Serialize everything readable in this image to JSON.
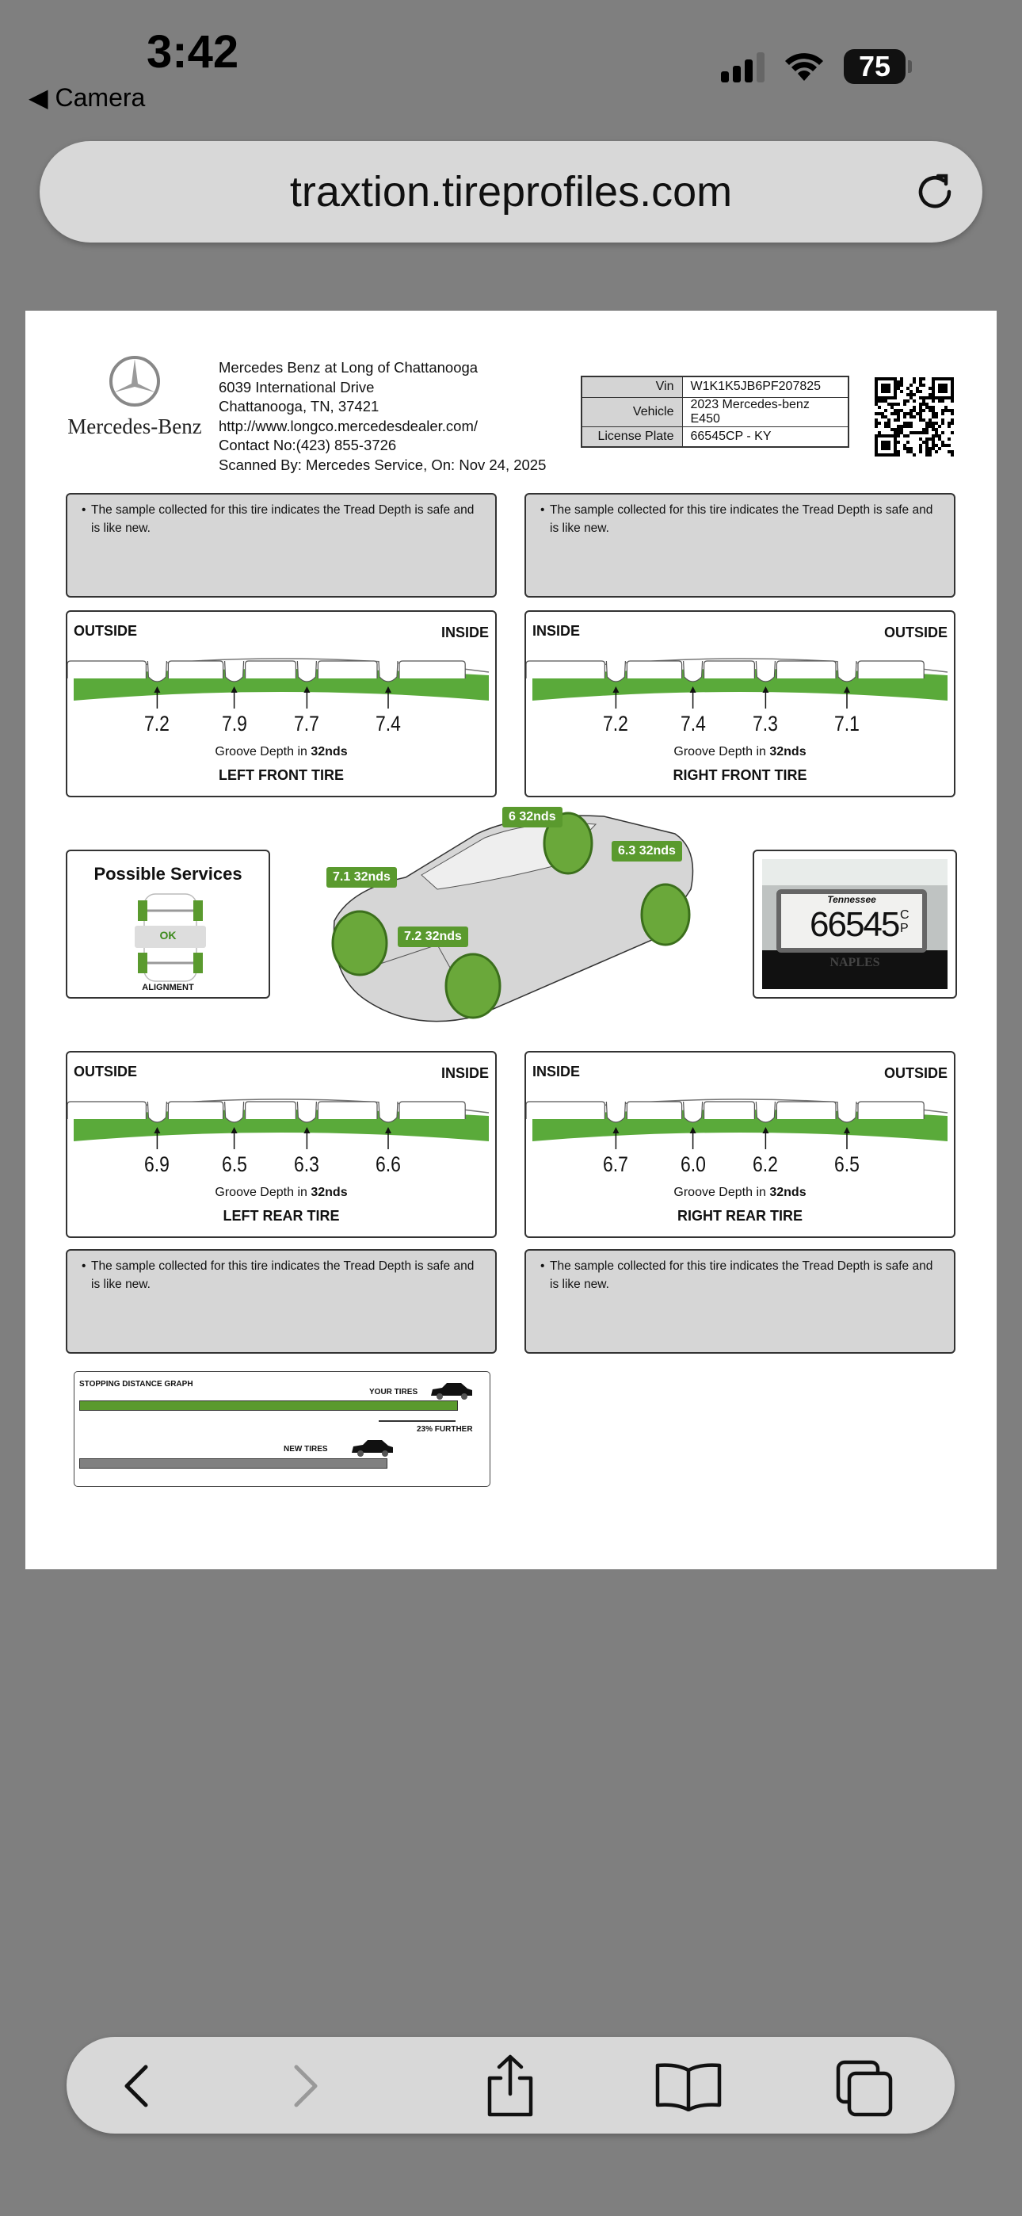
{
  "status_bar": {
    "time": "3:42",
    "back_label": "◀ Camera",
    "battery": "75"
  },
  "browser": {
    "url": "traxtion.tireprofiles.com"
  },
  "dealer": {
    "brand": "Mercedes-Benz",
    "lines": [
      "Mercedes Benz at Long of Chattanooga",
      "6039 International Drive",
      "Chattanooga, TN, 37421",
      "http://www.longco.mercedesdealer.com/",
      "Contact No:(423) 855-3726",
      "Scanned By: Mercedes Service, On: Nov 24, 2025"
    ]
  },
  "vehicle_info": [
    {
      "label": "Vin",
      "value": "W1K1K5JB6PF207825"
    },
    {
      "label": "Vehicle",
      "value": "2023 Mercedes-benz E450"
    },
    {
      "label": "License Plate",
      "value": "66545CP - KY"
    }
  ],
  "notes": {
    "front_left": "The sample collected for this tire indicates the Tread Depth is safe and is like new.",
    "front_right": "The sample collected for this tire indicates the Tread Depth is safe and is like new.",
    "rear_left": "The sample collected for this tire indicates the Tread Depth is safe and is like new.",
    "rear_right": "The sample collected for this tire indicates the Tread Depth is safe and is like new."
  },
  "tires": {
    "left_front": {
      "left_label": "OUTSIDE",
      "right_label": "INSIDE",
      "depths": [
        "7.2",
        "7.9",
        "7.7",
        "7.4"
      ],
      "groove_label": "Groove Depth in",
      "unit": "32nds",
      "title": "LEFT FRONT TIRE"
    },
    "right_front": {
      "left_label": "INSIDE",
      "right_label": "OUTSIDE",
      "depths": [
        "7.2",
        "7.4",
        "7.3",
        "7.1"
      ],
      "groove_label": "Groove Depth in",
      "unit": "32nds",
      "title": "RIGHT FRONT TIRE"
    },
    "left_rear": {
      "left_label": "OUTSIDE",
      "right_label": "INSIDE",
      "depths": [
        "6.9",
        "6.5",
        "6.3",
        "6.6"
      ],
      "groove_label": "Groove Depth in",
      "unit": "32nds",
      "title": "LEFT REAR TIRE"
    },
    "right_rear": {
      "left_label": "INSIDE",
      "right_label": "OUTSIDE",
      "depths": [
        "6.7",
        "6.0",
        "6.2",
        "6.5"
      ],
      "groove_label": "Groove Depth in",
      "unit": "32nds",
      "title": "RIGHT REAR TIRE"
    }
  },
  "services": {
    "title": "Possible Services",
    "status": "OK",
    "service": "ALIGNMENT"
  },
  "car_tags": {
    "lf": "7.1 32nds",
    "lr": "7.2 32nds",
    "rf": "6 32nds",
    "rr": "6.3 32nds"
  },
  "plate_photo": {
    "state": "Tennessee",
    "number": "66545",
    "suffix": "CP",
    "frame": "NAPLES"
  },
  "stopping": {
    "title": "STOPPING DISTANCE GRAPH",
    "your_tires": "YOUR TIRES",
    "further": "23% FURTHER",
    "new_tires": "NEW TIRES",
    "further_percent": 23
  },
  "colors": {
    "green": "#5a9a2e",
    "gray_bg": "#7f7f7f"
  }
}
